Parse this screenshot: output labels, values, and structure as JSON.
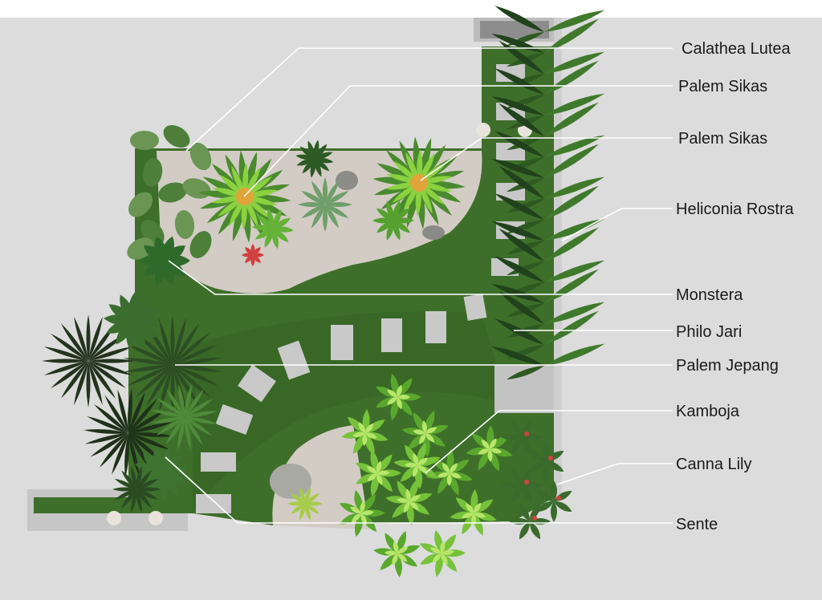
{
  "colors": {
    "ground": "#dcdcdc",
    "wall": "#c8c8c8",
    "lawn": "#3e6f2a",
    "gravel": "#d2ccc5",
    "stone": "#cfcfcf",
    "leader": "#ffffff",
    "leaf_dark": "#21421c",
    "leaf_mid": "#3f7a2c",
    "leaf_light": "#7fc53c",
    "fern": "#5a8f35",
    "cycad_center": "#e0a43a",
    "accent_red": "#d24040"
  },
  "plants": [
    {
      "name": "Calathea Lutea",
      "icon": "calathea-icon"
    },
    {
      "name": "Palem Sikas",
      "icon": "cycad-icon"
    },
    {
      "name": "Palem Sikas",
      "icon": "cycad-icon"
    },
    {
      "name": "Heliconia Rostra",
      "icon": "heliconia-icon"
    },
    {
      "name": "Monstera",
      "icon": "monstera-icon"
    },
    {
      "name": "Philo Jari",
      "icon": "philodendron-icon"
    },
    {
      "name": "Palem Jepang",
      "icon": "palm-icon"
    },
    {
      "name": "Kamboja",
      "icon": "frangipani-icon"
    },
    {
      "name": "Canna Lily",
      "icon": "canna-icon"
    },
    {
      "name": "Sente",
      "icon": "alocasia-icon"
    }
  ]
}
